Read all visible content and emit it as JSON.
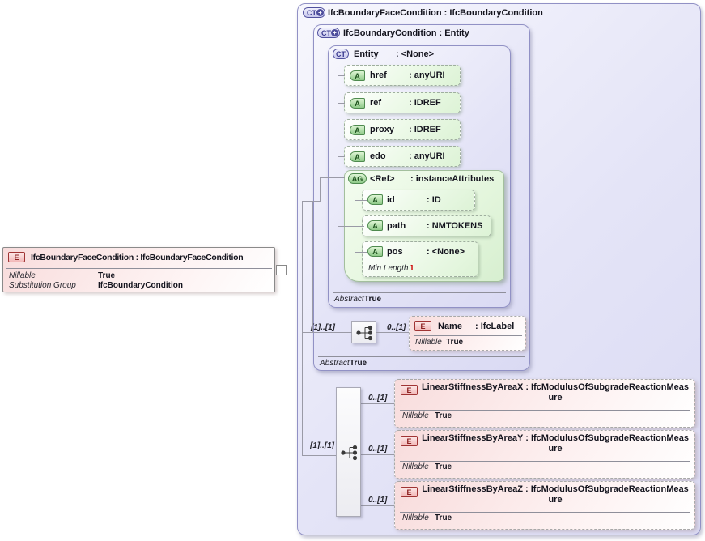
{
  "colors": {
    "container_border": "#9191c5",
    "container_fill": "#e4e4f7",
    "attribute_fill": "#ddf3d6",
    "attribute_badge_green": "#8fca89",
    "element_fill_pink": "#f8dcdc",
    "element_badge_border_red": "#a03434",
    "facet_value_red": "#cc0000",
    "connector_gray": "#9a9aa6"
  },
  "root_element": {
    "badge": "E",
    "title": "IfcBoundaryFaceCondition : IfcBoundaryFaceCondition",
    "rows": [
      {
        "label": "Nillable",
        "value": "True"
      },
      {
        "label": "Substitution Group",
        "value": "IfcBoundaryCondition"
      }
    ]
  },
  "outer_type": {
    "badge": "CT",
    "badge_plus": "+",
    "title": "IfcBoundaryFaceCondition : IfcBoundaryCondition"
  },
  "base_type": {
    "badge": "CT",
    "badge_plus": "+",
    "title": "IfcBoundaryCondition : Entity",
    "abstract": {
      "label": "Abstract",
      "value": "True"
    }
  },
  "entity_type": {
    "badge": "CT",
    "name": "Entity",
    "type": ": <None>",
    "abstract": {
      "label": "Abstract",
      "value": "True"
    },
    "attributes": [
      {
        "badge": "A",
        "name": "href",
        "type": ": anyURI"
      },
      {
        "badge": "A",
        "name": "ref",
        "type": ": IDREF"
      },
      {
        "badge": "A",
        "name": "proxy",
        "type": ": IDREF"
      },
      {
        "badge": "A",
        "name": "edo",
        "type": ": anyURI"
      }
    ],
    "attribute_group": {
      "badge": "AG",
      "name": "<Ref>",
      "type": ": instanceAttributes",
      "attributes": [
        {
          "badge": "A",
          "name": "id",
          "type": ": ID"
        },
        {
          "badge": "A",
          "name": "path",
          "type": ": NMTOKENS"
        },
        {
          "badge": "A",
          "name": "pos",
          "type": ": <None>",
          "facet": {
            "label": "Min Length",
            "value": "1"
          }
        }
      ]
    }
  },
  "name_sequence": {
    "cardinality": "[1]..[1]",
    "item_cardinality": "0..[1]"
  },
  "name_element": {
    "badge": "E",
    "name": "Name",
    "type": ": IfcLabel",
    "nillable": {
      "label": "Nillable",
      "value": "True"
    }
  },
  "content_sequence": {
    "cardinality": "[1]..[1]",
    "items": [
      {
        "badge": "E",
        "cardinality": "0..[1]",
        "title": "LinearStiffnessByAreaX : IfcModulusOfSubgradeReactionMeasure",
        "nillable": {
          "label": "Nillable",
          "value": "True"
        }
      },
      {
        "badge": "E",
        "cardinality": "0..[1]",
        "title": "LinearStiffnessByAreaY : IfcModulusOfSubgradeReactionMeasure",
        "nillable": {
          "label": "Nillable",
          "value": "True"
        }
      },
      {
        "badge": "E",
        "cardinality": "0..[1]",
        "title": "LinearStiffnessByAreaZ : IfcModulusOfSubgradeReactionMeasure",
        "nillable": {
          "label": "Nillable",
          "value": "True"
        }
      }
    ]
  }
}
